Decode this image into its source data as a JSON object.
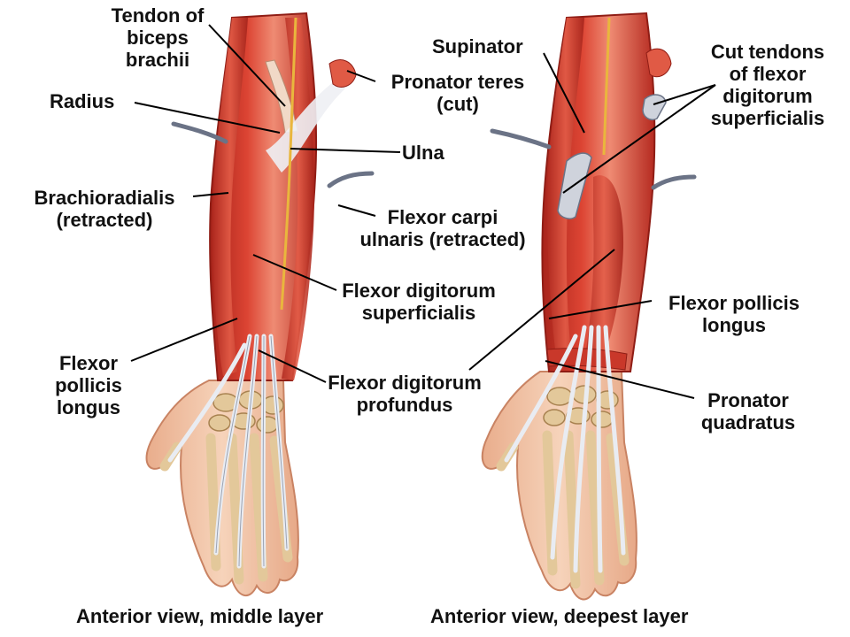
{
  "colors": {
    "muscle": "#d23a2c",
    "muscle_dark": "#9b1f18",
    "muscle_light": "#ee8a70",
    "skin": "#f2c3a4",
    "bone": "#e3c89a",
    "tendon": "#e9ecf2",
    "leader": "#000000"
  },
  "panels": [
    {
      "id": "middle",
      "caption": "Anterior view, middle layer",
      "labels": [
        {
          "id": "tendon-biceps",
          "lines": [
            "Tendon of",
            "biceps",
            "brachii"
          ]
        },
        {
          "id": "radius",
          "lines": [
            "Radius"
          ]
        },
        {
          "id": "pronator-teres",
          "lines": [
            "Pronator teres",
            "(cut)"
          ]
        },
        {
          "id": "ulna",
          "lines": [
            "Ulna"
          ]
        },
        {
          "id": "brachioradialis",
          "lines": [
            "Brachioradialis",
            "(retracted)"
          ]
        },
        {
          "id": "flexor-carpi-ulnaris",
          "lines": [
            "Flexor carpi",
            "ulnaris (retracted)"
          ]
        },
        {
          "id": "fds",
          "lines": [
            "Flexor digitorum",
            "superficialis"
          ]
        },
        {
          "id": "fpl",
          "lines": [
            "Flexor",
            "pollicis",
            "longus"
          ]
        },
        {
          "id": "fdp",
          "lines": [
            "Flexor digitorum",
            "profundus"
          ]
        }
      ]
    },
    {
      "id": "deepest",
      "caption": "Anterior view, deepest layer",
      "labels": [
        {
          "id": "supinator",
          "lines": [
            "Supinator"
          ]
        },
        {
          "id": "cut-tendons",
          "lines": [
            "Cut tendons",
            "of flexor",
            "digitorum",
            "superficialis"
          ]
        },
        {
          "id": "fpl-deep",
          "lines": [
            "Flexor pollicis",
            "longus"
          ]
        },
        {
          "id": "pronator-quadratus",
          "lines": [
            "Pronator",
            "quadratus"
          ]
        }
      ]
    }
  ]
}
